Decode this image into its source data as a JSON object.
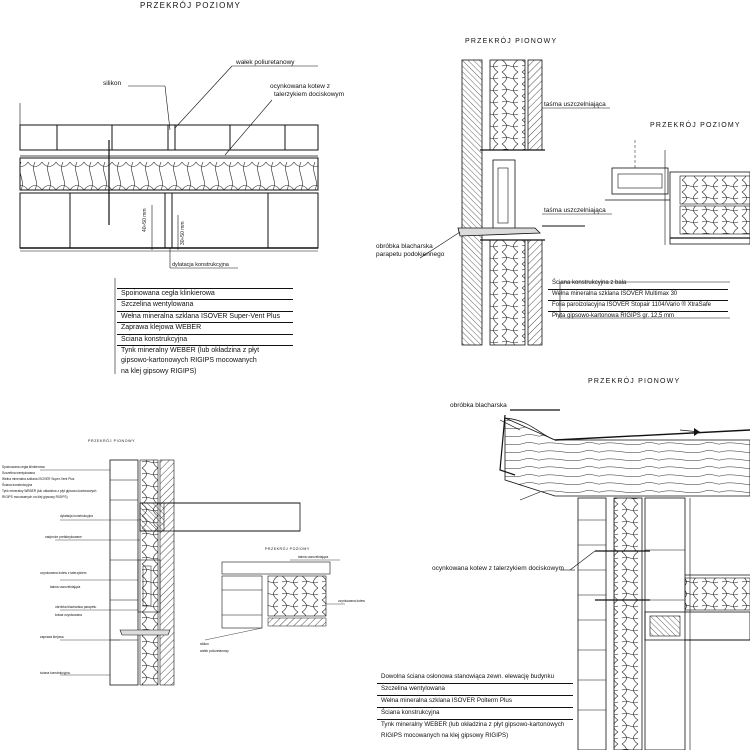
{
  "d1": {
    "title": "PRZEKRÓJ POZIOMY",
    "callouts": {
      "silikon": "silikon",
      "walek": "wałek poliuretanowy",
      "kotew_1": "ocynkowana kotew z",
      "kotew_2": "talerzykiem dociskowym",
      "dylatacja": "dylatacja konstrukcyjna",
      "dim_a": "40÷50 mm",
      "dim_b": "30÷50 mm"
    },
    "layers": [
      "Spoinowana cegła klinkierowa",
      "Szczelina wentylowana",
      "Wełna mineralna szklana ISOVER Super-Vent Plus",
      "Zaprawa klejowa WEBER",
      "Ściana konstrukcyjna",
      "Tynk mineralny WEBER (lub okładzina z płyt",
      "gipsowo-kartonowych RIGIPS mocowanych",
      "na klej gipsowy RIGIPS)"
    ]
  },
  "d2": {
    "title_pionowy": "PRZEKRÓJ PIONOWY",
    "title_poziomy": "PRZEKRÓJ POZIOMY",
    "tasma_1": "taśma uszczelniająca",
    "tasma_2": "taśma uszczelniająca",
    "obrobka_1": "obróbka blacharska",
    "obrobka_2": "parapetu podokiennego",
    "layers": [
      "Ściana konstrukcyjna z bala",
      "Wełna mineralna szklana ISOVER Multimax 30",
      "Folia paroizolacyjna ISOVER Stopair 1104/Vario ® XtraSafe",
      "Płyta gipsowo-kartonowa RIGIPS gr. 12,5 mm"
    ]
  },
  "d3": {
    "title": "PRZEKRÓJ PIONOWY",
    "left_notes": [
      "Spoinowana cegła klinkierowa",
      "Szczelina wentylowana",
      "Wełna mineralna szklana ISOVER Super-Vent Plus",
      "Ściana konstrukcyjna",
      "Tynk mineralny WEBER (lub okładzina z płyt gipsowo-kartonowych",
      "RIGIPS mocowanych na klej gipsowy RIGIPS)"
    ],
    "callouts": [
      "dylatacja konstrukcyjna",
      "nadproże prefabrykowane",
      "ocynkowana kotew z talerzykiem",
      "taśma uszczelniająca",
      "obróbka blacharska parapetu",
      "kotwa ocynkowana",
      "zaprawa klejowa",
      "ściana konstrukcyjna"
    ]
  },
  "d4": {
    "title": "PRZEKRÓJ POZIOMY",
    "callouts": [
      "taśma uszczelniająca",
      "ocynkowana kotew",
      "silikon",
      "wałek poliuretanowy"
    ]
  },
  "d5": {
    "title": "PRZEKRÓJ PIONOWY",
    "obrobka": "obróbka blacharska",
    "kotew": "ocynkowana kotew z talerzykiem dociskowym",
    "layers": [
      "Dowolna ściana osłonowa stanowiąca zewn. elewację budynku",
      "Szczelina wentylowana",
      "Wełna mineralna szklana ISOVER Polterm Plus",
      "Ściana konstrukcyjna",
      "Tynk mineralny WEBER (lub okładzina z płyt gipsowo-kartonowych",
      "RIGIPS mocowanych na klej gipsowy RIGIPS)"
    ]
  }
}
